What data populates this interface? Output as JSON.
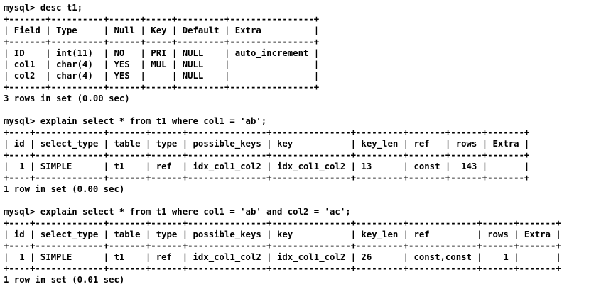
{
  "terminal": {
    "lines": [
      "mysql> desc t1;",
      "+-------+----------+------+-----+---------+----------------+",
      "| Field | Type     | Null | Key | Default | Extra          |",
      "+-------+----------+------+-----+---------+----------------+",
      "| ID    | int(11)  | NO   | PRI | NULL    | auto_increment |",
      "| col1  | char(4)  | YES  | MUL | NULL    |                |",
      "| col2  | char(4)  | YES  |     | NULL    |                |",
      "+-------+----------+------+-----+---------+----------------+",
      "3 rows in set (0.00 sec)",
      "",
      "mysql> explain select * from t1 where col1 = 'ab';",
      "+----+-------------+-------+------+---------------+---------------+---------+-------+------+-------+",
      "| id | select_type | table | type | possible_keys | key           | key_len | ref   | rows | Extra |",
      "+----+-------------+-------+------+---------------+---------------+---------+-------+------+-------+",
      "|  1 | SIMPLE      | t1    | ref  | idx_col1_col2 | idx_col1_col2 | 13      | const |  143 |       |",
      "+----+-------------+-------+------+---------------+---------------+---------+-------+------+-------+",
      "1 row in set (0.00 sec)",
      "",
      "mysql> explain select * from t1 where col1 = 'ab' and col2 = 'ac';",
      "+----+-------------+-------+------+---------------+---------------+---------+-------------+------+-------+",
      "| id | select_type | table | type | possible_keys | key           | key_len | ref         | rows | Extra |",
      "+----+-------------+-------+------+---------------+---------------+---------+-------------+------+-------+",
      "|  1 | SIMPLE      | t1    | ref  | idx_col1_col2 | idx_col1_col2 | 26      | const,const |    1 |       |",
      "+----+-------------+-------+------+---------------+---------------+---------+-------------+------+-------+",
      "1 row in set (0.01 sec)"
    ]
  }
}
